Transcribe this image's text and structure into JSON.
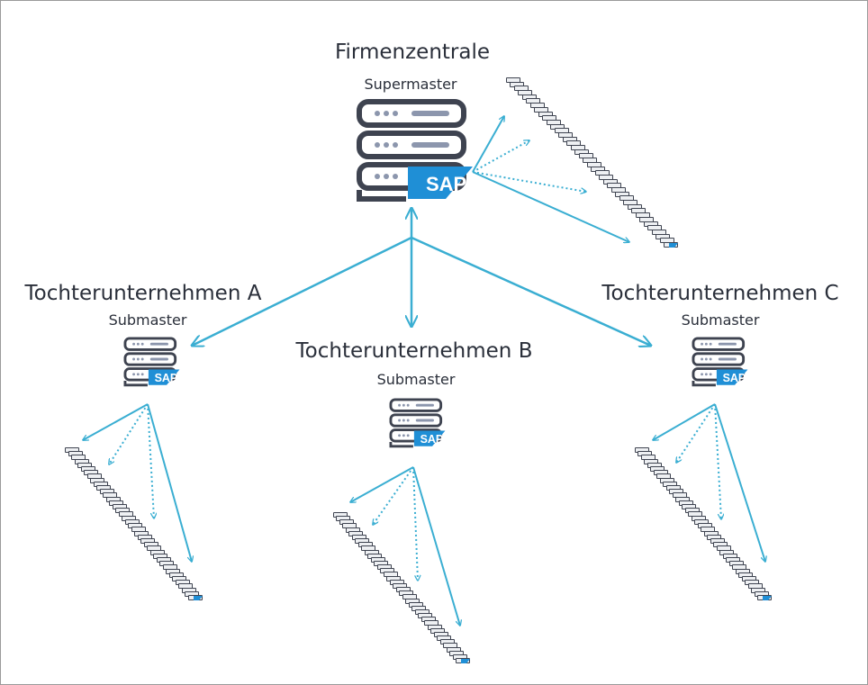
{
  "hq": {
    "title": "Firmenzentrale",
    "role": "Supermaster"
  },
  "subsidiaries": [
    {
      "title": "Tochterunternehmen A",
      "role": "Submaster"
    },
    {
      "title": "Tochterunternehmen B",
      "role": "Submaster"
    },
    {
      "title": "Tochterunternehmen C",
      "role": "Submaster"
    }
  ],
  "sap_logo_text": "SAP",
  "colors": {
    "arrow": "#3aaed2",
    "server": "#3e4350",
    "server_light": "#8c96ad",
    "sap_blue": "#1f8fd6"
  },
  "icons": [
    "server-sap-icon",
    "server-stack-icon",
    "arrow-solid",
    "arrow-dotted"
  ]
}
